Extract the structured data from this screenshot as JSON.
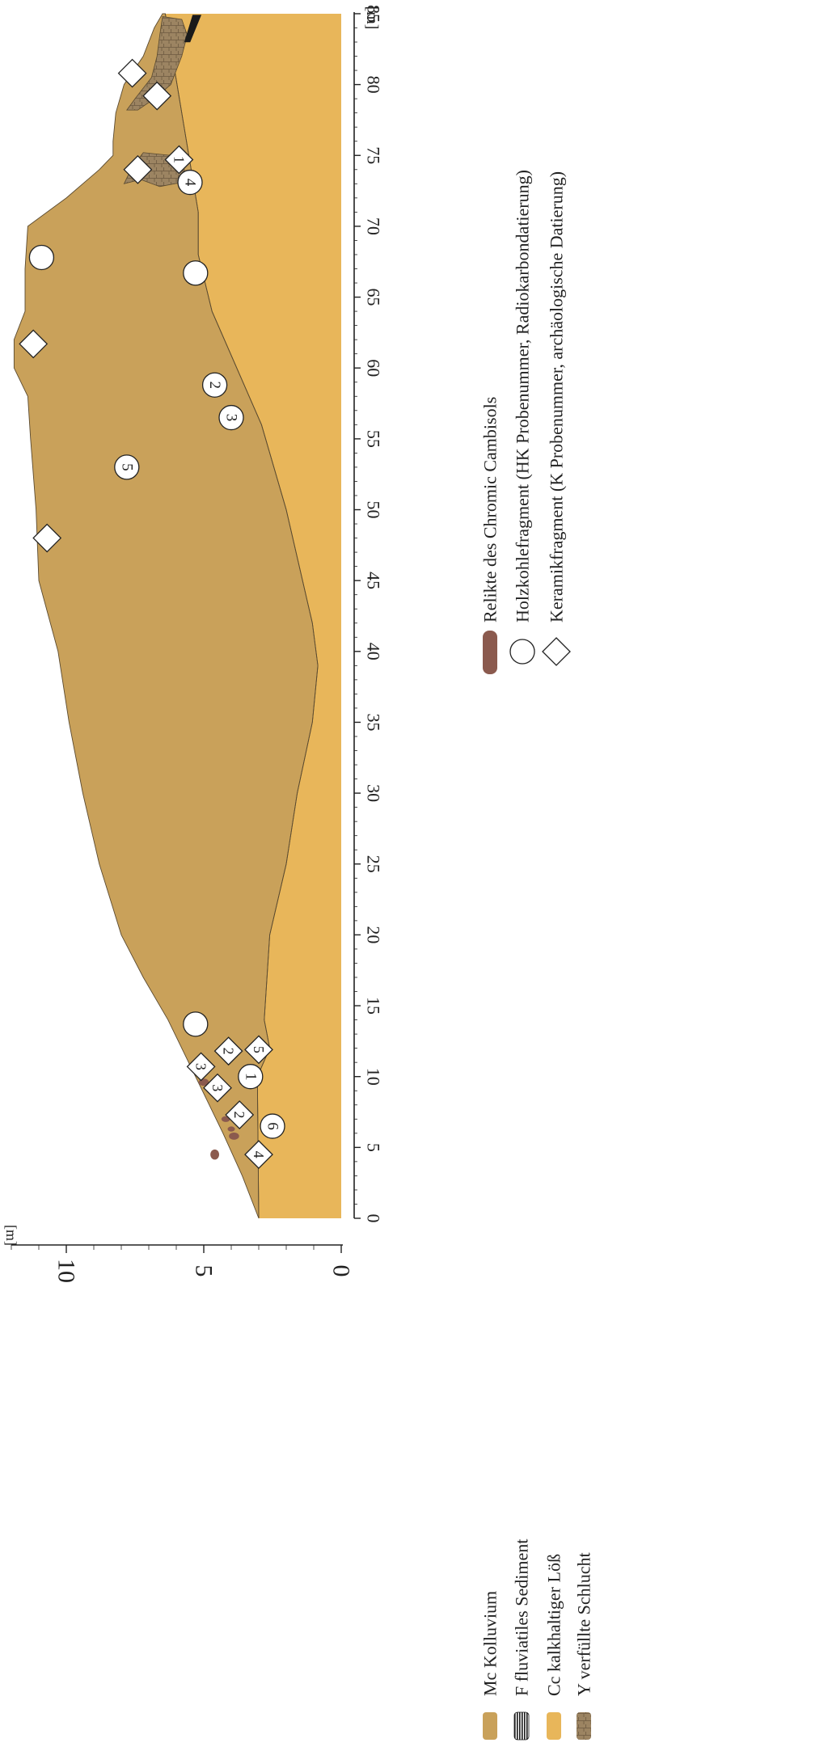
{
  "colors": {
    "colluvium": "#C9A15A",
    "loess": "#E8B65A",
    "fluvial": "#1a1a1a",
    "gully": "#9C8462",
    "chromic": "#8B5A4E",
    "outline": "#5a4a30",
    "axis": "#222222"
  },
  "x_axis": {
    "unit": "[m]",
    "min": 0,
    "max": 85,
    "ticks": [
      {
        "value": 0,
        "label": "0"
      },
      {
        "value": 5,
        "label": "5"
      },
      {
        "value": 10,
        "label": "10"
      },
      {
        "value": 15,
        "label": "15"
      },
      {
        "value": 20,
        "label": "20"
      },
      {
        "value": 25,
        "label": "25"
      },
      {
        "value": 30,
        "label": "30"
      },
      {
        "value": 35,
        "label": "35"
      },
      {
        "value": 40,
        "label": "40"
      },
      {
        "value": 45,
        "label": "45"
      },
      {
        "value": 50,
        "label": "50"
      },
      {
        "value": 55,
        "label": "55"
      },
      {
        "value": 60,
        "label": "60"
      },
      {
        "value": 65,
        "label": "65"
      },
      {
        "value": 70,
        "label": "70"
      },
      {
        "value": 75,
        "label": "75"
      },
      {
        "value": 80,
        "label": "80"
      },
      {
        "value": 85,
        "label": "85"
      }
    ]
  },
  "y_axis": {
    "unit": "[m]",
    "min": 0,
    "max": 12,
    "ticks": [
      {
        "value": 0,
        "label": "0"
      },
      {
        "value": 5,
        "label": "5"
      },
      {
        "value": 10,
        "label": "10"
      }
    ]
  },
  "legend": [
    {
      "key": "colluvium",
      "code": "Mc",
      "label": "Kolluvium",
      "symbol": "fill-colluvium"
    },
    {
      "key": "fluvial",
      "code": "F",
      "label": "fluviatiles Sediment",
      "symbol": "hatch-fluvial"
    },
    {
      "key": "loess",
      "code": "Cc",
      "label": "kalkhaltiger Löß",
      "symbol": "fill-loess"
    },
    {
      "key": "gully",
      "code": "Y",
      "label": "verfüllte Schlucht",
      "symbol": "fill-gully"
    },
    {
      "key": "chromic",
      "code": "",
      "label": "Relikte des Chromic Cambisols",
      "symbol": "fill-chromic"
    },
    {
      "key": "charcoal",
      "code": "",
      "label": "Holzkohlefragment (HK Probenummer, Radiokarbondatierung)",
      "symbol": "circle"
    },
    {
      "key": "ceramic",
      "code": "",
      "label": "Keramikfragment (K Probenummer, archäologische Datierung)",
      "symbol": "diamond"
    }
  ],
  "samples": {
    "charcoal": [
      {
        "x": 6.5,
        "y": 2.5,
        "label": "6"
      },
      {
        "x": 10.0,
        "y": 3.3,
        "label": "1"
      },
      {
        "x": 13.7,
        "y": 5.3,
        "label": ""
      },
      {
        "x": 53.0,
        "y": 7.8,
        "label": "5"
      },
      {
        "x": 56.5,
        "y": 4.0,
        "label": "3"
      },
      {
        "x": 58.8,
        "y": 4.6,
        "label": "2"
      },
      {
        "x": 66.7,
        "y": 5.3,
        "label": ""
      },
      {
        "x": 67.8,
        "y": 10.9,
        "label": ""
      },
      {
        "x": 73.1,
        "y": 5.5,
        "label": "4"
      }
    ],
    "ceramic": [
      {
        "x": 4.5,
        "y": 3.0,
        "label": "4"
      },
      {
        "x": 7.3,
        "y": 3.7,
        "label": "2"
      },
      {
        "x": 9.2,
        "y": 4.5,
        "label": "3"
      },
      {
        "x": 10.7,
        "y": 5.1,
        "label": "3"
      },
      {
        "x": 11.8,
        "y": 4.1,
        "label": "2"
      },
      {
        "x": 11.9,
        "y": 3.0,
        "label": "5"
      },
      {
        "x": 48.0,
        "y": 10.7,
        "label": ""
      },
      {
        "x": 61.7,
        "y": 11.2,
        "label": ""
      },
      {
        "x": 74.0,
        "y": 7.4,
        "label": ""
      },
      {
        "x": 74.7,
        "y": 5.9,
        "label": "1"
      },
      {
        "x": 79.2,
        "y": 6.7,
        "label": ""
      },
      {
        "x": 80.8,
        "y": 7.6,
        "label": ""
      }
    ]
  },
  "profile": {
    "loess_top": [
      [
        0,
        3.0
      ],
      [
        10,
        3.05
      ],
      [
        12,
        2.6
      ],
      [
        14,
        2.8
      ],
      [
        20,
        2.6
      ],
      [
        25,
        2.0
      ],
      [
        30,
        1.6
      ],
      [
        35,
        1.05
      ],
      [
        39,
        0.85
      ],
      [
        42,
        1.05
      ],
      [
        50,
        2.0
      ],
      [
        56,
        2.9
      ],
      [
        60,
        3.8
      ],
      [
        64,
        4.7
      ],
      [
        68,
        5.2
      ],
      [
        71,
        5.2
      ],
      [
        78,
        5.8
      ],
      [
        85,
        6.4
      ]
    ],
    "colluvium_top": [
      [
        0,
        3.0
      ],
      [
        3,
        3.6
      ],
      [
        6,
        4.3
      ],
      [
        10,
        5.3
      ],
      [
        14,
        6.3
      ],
      [
        17,
        7.2
      ],
      [
        20,
        8.0
      ],
      [
        25,
        8.8
      ],
      [
        30,
        9.4
      ],
      [
        35,
        9.9
      ],
      [
        40,
        10.3
      ],
      [
        45,
        11.0
      ],
      [
        50,
        11.1
      ],
      [
        55,
        11.3
      ],
      [
        58,
        11.4
      ],
      [
        60,
        11.9
      ],
      [
        62,
        11.9
      ],
      [
        64,
        11.5
      ],
      [
        67,
        11.5
      ],
      [
        70,
        11.4
      ],
      [
        72,
        10.0
      ],
      [
        74,
        8.8
      ],
      [
        75,
        8.3
      ],
      [
        76,
        8.3
      ],
      [
        78,
        8.2
      ],
      [
        80,
        7.9
      ],
      [
        82,
        7.2
      ],
      [
        84,
        6.8
      ],
      [
        85,
        6.5
      ]
    ]
  }
}
